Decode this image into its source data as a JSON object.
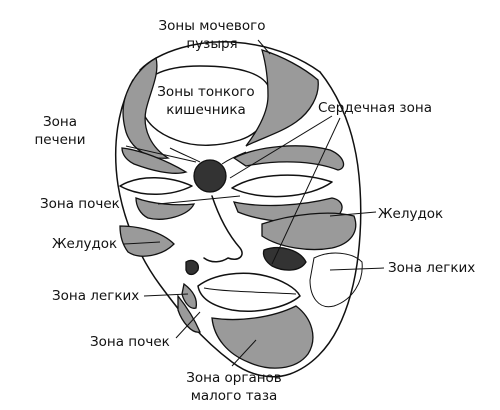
{
  "labels": {
    "bladder_1": "Зоны мочевого",
    "bladder_2": "пузыря",
    "small_intestine_1": "Зоны тонкого",
    "small_intestine_2": "кишечника",
    "liver_1": "Зона",
    "liver_2": "печени",
    "heart": "Сердечная зона",
    "kidneys_left": "Зона почек",
    "stomach_right": "Желудок",
    "stomach_left": "Желудок",
    "lungs_right": "Зона легких",
    "lungs_left": "Зона легких",
    "kidneys_bottom": "Зона почек",
    "pelvis_1": "Зона органов",
    "pelvis_2": "малого таза"
  },
  "colors": {
    "zone_fill": "#9a9a9a",
    "dark_fill": "#333333",
    "line": "#111111",
    "background": "#ffffff"
  }
}
